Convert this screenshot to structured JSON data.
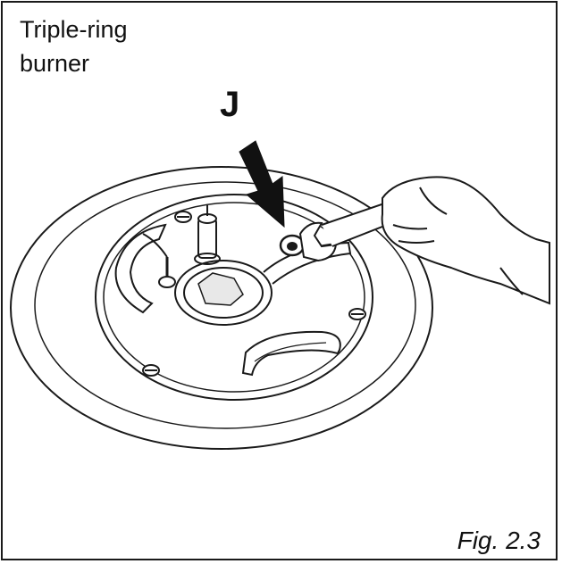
{
  "title": {
    "line1": "Triple-ring",
    "line2": "burner"
  },
  "callout": {
    "letter": "J"
  },
  "figure_label": "Fig. 2.3"
}
